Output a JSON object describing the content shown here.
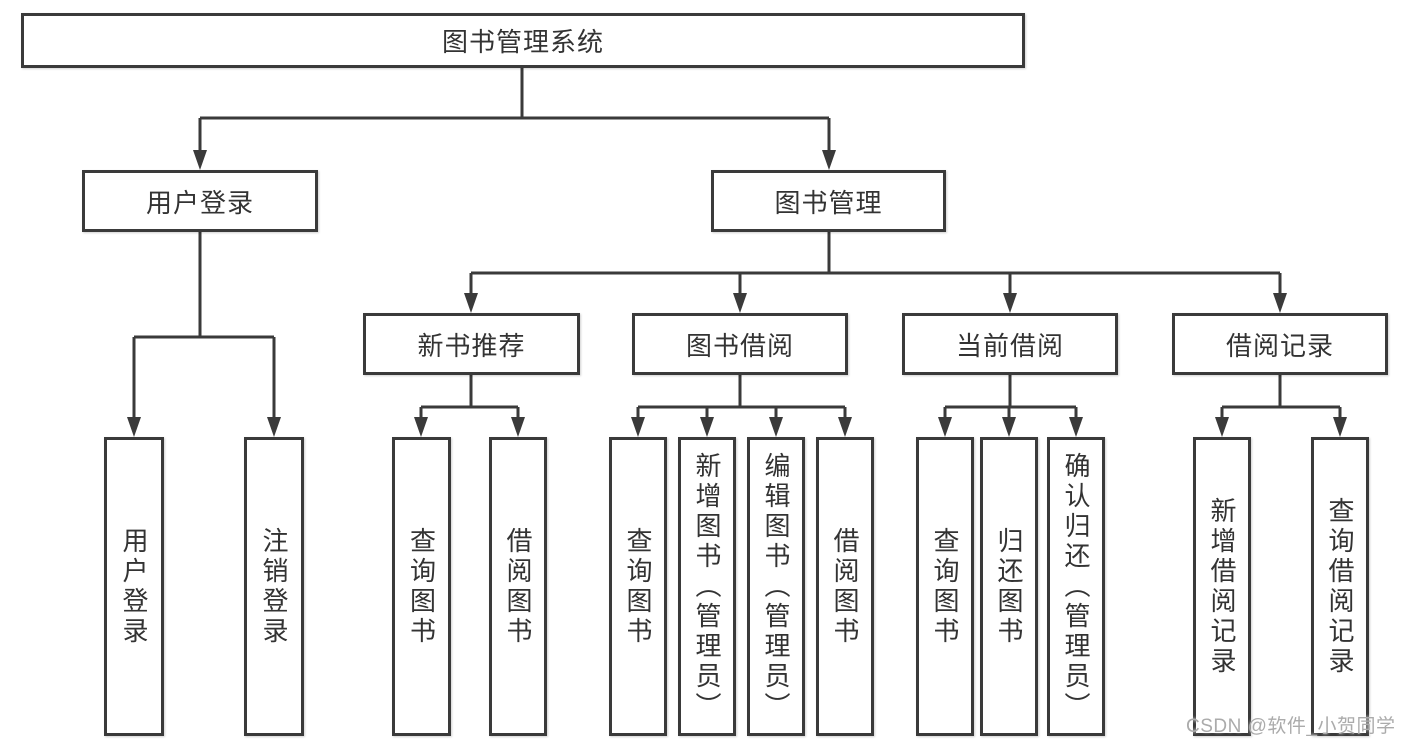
{
  "tree": {
    "label": "图书管理系统",
    "children": [
      {
        "label": "用户登录",
        "children": [
          {
            "label": "用户登录"
          },
          {
            "label": "注销登录"
          }
        ]
      },
      {
        "label": "图书管理",
        "children": [
          {
            "label": "新书推荐",
            "children": [
              {
                "label": "查询图书"
              },
              {
                "label": "借阅图书"
              }
            ]
          },
          {
            "label": "图书借阅",
            "children": [
              {
                "label": "查询图书"
              },
              {
                "label": "新增图书（管理员）"
              },
              {
                "label": "编辑图书（管理员）"
              },
              {
                "label": "借阅图书"
              }
            ]
          },
          {
            "label": "当前借阅",
            "children": [
              {
                "label": "查询图书"
              },
              {
                "label": "归还图书"
              },
              {
                "label": "确认归还（管理员）"
              }
            ]
          },
          {
            "label": "借阅记录",
            "children": [
              {
                "label": "新增借阅记录"
              },
              {
                "label": "查询借阅记录"
              }
            ]
          }
        ]
      }
    ]
  },
  "watermark": "CSDN @软件_小贺同学",
  "colors": {
    "line": "#3a3a3a",
    "box_border": "#3a3a3a",
    "text": "#333333",
    "watermark_text": "#ababab",
    "background": "#ffffff"
  }
}
